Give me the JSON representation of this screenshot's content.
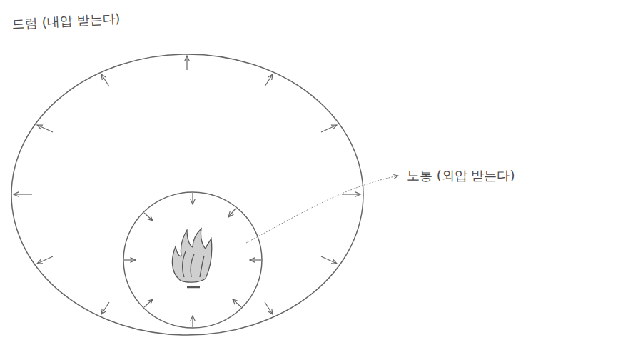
{
  "diagram": {
    "nodes": [
      {
        "text": [
          "드럼 (내압 받는다)"
        ]
      },
      {
        "text": [
          "노통 (외압 받는다)"
        ],
        "in": 0
      }
    ]
  }
}
